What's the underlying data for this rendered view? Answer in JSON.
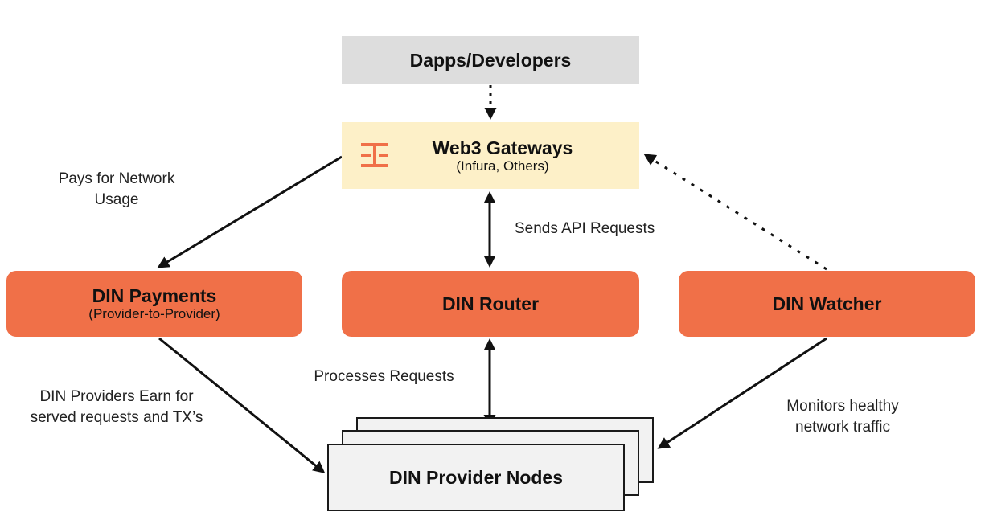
{
  "dapps": {
    "label": "Dapps/Developers"
  },
  "gateways": {
    "title": "Web3 Gateways",
    "subtitle": "(Infura, Others)"
  },
  "payments": {
    "title": "DIN Payments",
    "subtitle": "(Provider-to-Provider)"
  },
  "router": {
    "title": "DIN Router"
  },
  "watcher": {
    "title": "DIN Watcher"
  },
  "providers": {
    "title": "DIN Provider Nodes"
  },
  "edges": {
    "pays": "Pays for Network Usage",
    "sends_api": "Sends API Requests",
    "processes": "Processes Requests",
    "earn": "DIN Providers Earn for served requests and TX’s",
    "monitors": "Monitors healthy network traffic"
  },
  "colors": {
    "orange": "#f07048",
    "gray_box": "#dddddd",
    "gateway_box": "#fdf0c8",
    "provider_box": "#f2f2f2",
    "ink": "#111111",
    "logo": "#f07048"
  },
  "icons": {
    "gateway_logo": "infura-logo-icon"
  }
}
